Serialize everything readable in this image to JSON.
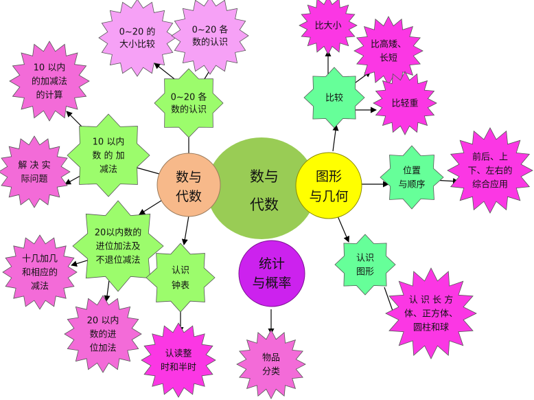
{
  "center": {
    "line1": "数与",
    "line2": "代数"
  },
  "hubs": {
    "numbers": {
      "line1": "数与",
      "line2": "代数"
    },
    "geometry": {
      "line1": "图形",
      "line2": "与几何"
    },
    "statistics": {
      "line1": "统计",
      "line2": "与概率"
    }
  },
  "nodes": {
    "within20_cognition": {
      "line1": "0~20 各",
      "line2": "数的认识"
    },
    "compare_within20": {
      "line1": "0~20 的",
      "line2": "大小比较"
    },
    "recognize_within20": {
      "line1": "0~20 各",
      "line2": "数的认识"
    },
    "add_sub_within10": {
      "line1": "10  以内",
      "line2": "数 的 加",
      "line3": "减法"
    },
    "calc_within10": {
      "line1": "10 以内",
      "line2": "的加减法",
      "line3": "的计算"
    },
    "solve_problems": {
      "line1": "解 决  实",
      "line2": "际问题"
    },
    "carry_within20": {
      "line1": "20以内数的",
      "line2": "进位加法及",
      "line3": "不退位减法"
    },
    "teens_add": {
      "line1": "十几加几",
      "line2": "和相应的",
      "line3": "减法"
    },
    "carry_add_within20": {
      "line1": "20 以内",
      "line2": "数的进",
      "line3": "位加法"
    },
    "clock": {
      "line1": "认识",
      "line2": "钟表"
    },
    "read_time": {
      "line1": "认读整",
      "line2": "时和半时"
    },
    "classify": {
      "line1": "物品",
      "line2": "分类"
    },
    "compare": {
      "line1": "比较"
    },
    "compare_size": {
      "line1": "比大小"
    },
    "compare_height": {
      "line1": "比高矮、",
      "line2": "长短"
    },
    "compare_weight": {
      "line1": "比轻重"
    },
    "position_order": {
      "line1": "位置",
      "line2": "与顺序"
    },
    "directions": {
      "line1": "前后、上",
      "line2": "下、左右的",
      "line3": "综合应用"
    },
    "recognize_shapes": {
      "line1": "认识",
      "line2": "图形"
    },
    "solids": {
      "line1": "认 识  长 方",
      "line2": "体、正方体、",
      "line3": "圆柱和球"
    }
  },
  "colors": {
    "green_star": "#9cfc6c",
    "mint_star": "#66ff99",
    "pink_burst": "#f36bd8",
    "lilac_burst": "#f6a1f6",
    "magenta_burst": "#fb37e4",
    "center_ellipse": "#99cc55",
    "hub_orange": "#f7b98a",
    "hub_yellow": "#ffff00",
    "hub_purple": "#cc22ee"
  }
}
